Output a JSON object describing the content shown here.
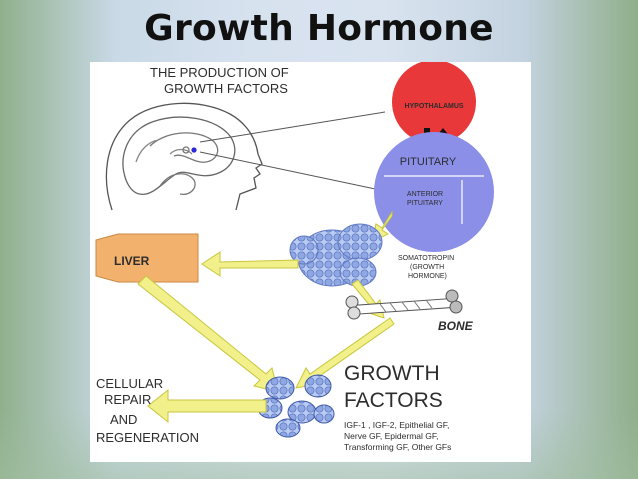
{
  "slide": {
    "title": "Growth Hormone"
  },
  "diagram": {
    "heading_line1": "THE PRODUCTION OF",
    "heading_line2": "GROWTH FACTORS",
    "hypothalamus": "HYPOTHALAMUS",
    "pituitary": "PITUITARY",
    "anterior_line1": "ANTERIOR",
    "anterior_line2": "PITUITARY",
    "somatotropin_line1": "SOMATOTROPIN",
    "somatotropin_line2": "(GROWTH",
    "somatotropin_line3": "HORMONE)",
    "liver": "LIVER",
    "bone": "BONE",
    "cellular_line1": "CELLULAR",
    "cellular_line2": "REPAIR",
    "cellular_line3": "AND",
    "cellular_line4": "REGENERATION",
    "growth_factors_line1": "GROWTH",
    "growth_factors_line2": "FACTORS",
    "gf_list_line1": "IGF-1 , IGF-2, Epithelial GF,",
    "gf_list_line2": "Nerve GF, Epidermal GF,",
    "gf_list_line3": "Transforming GF, Other GFs"
  },
  "colors": {
    "hypothalamus": "#e8383a",
    "pituitary": "#8b8fe8",
    "liver": "#f2b26e",
    "arrow": "#f1f08a",
    "arrow_stroke": "#c9c63c",
    "cell_cluster": "#9db4ea"
  }
}
